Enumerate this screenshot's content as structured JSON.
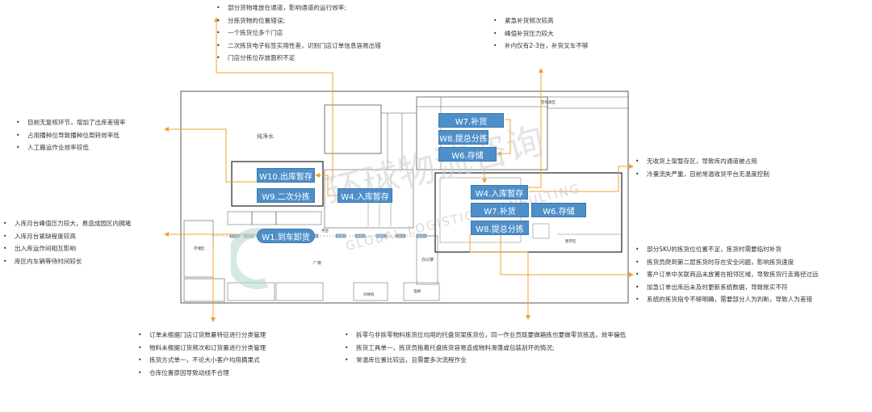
{
  "colors": {
    "step_fill": "#4f8fc9",
    "arrow": "#f0a030",
    "line": "#333333",
    "watermark": "#c8c8c8"
  },
  "watermark": {
    "cn": "环球物流咨询",
    "en": "GLOBAL LOGISTICS CONSULTING"
  },
  "steps": {
    "w7_top": "W7.补货",
    "w8_top": "W8.提总分拣",
    "w6_top": "W6.存储",
    "w10": "W10.出库暂存",
    "w9": "W9.二次分拣",
    "w4_left": "W4.入库暂存",
    "w1": "W1.到车卸货",
    "w4_right": "W4.入库暂存",
    "w7_right": "W7.补货",
    "w6_right": "W6.存储",
    "w8_right": "W8.提总分拣"
  },
  "floor_labels": {
    "pure_water": "纯净水",
    "factory": "厂房",
    "office": "办公楼",
    "elevator": "电梯",
    "empty_pallet_area": "空托盘区",
    "dock": "月台",
    "storage_area": "存储区",
    "lift": "升降机",
    "staging": "暂存区"
  },
  "notes": {
    "top": [
      "部分货物堆放在通道，影响通道的运行效率;",
      "分拣货物的位置错误;",
      "一个拣货位多个门店",
      "二次拣货电子标签实用性差，识别门店订单信息容易出错",
      "门店分拣位存放面积不足"
    ],
    "top_right": [
      "紧急补货频次较高",
      "峰值补货压力较大",
      "补内仅有2-3台，补货叉车不够"
    ],
    "left_upper": [
      "目前无复核环节，增加了出库差错率",
      "占用播种位导致播种位周转效率低",
      "人工搬运作业效率较低"
    ],
    "right_upper": [
      "无收货上架暂存区，导致库内通道被占用",
      "冷量流失严重，目前常温收货平台无温度控制"
    ],
    "left_lower": [
      "入库月台峰值压力较大，易造成园区内拥堵",
      "入库月台紧缺程度较高",
      "出入库运作间相互影响",
      "库区内车辆等待时间较长"
    ],
    "right_lower": [
      "部分SKU的拣货位位置不足，拣货时需要临时补货",
      "拣货员爬到第二层拣货时存在安全问题，影响拣货速度",
      "客户订单中关联商品未放置在相邻区域，导致拣货行走路径过远",
      "加急订单出库后未及时更新系统数据，导致账实不符",
      "系统的拣货指令不够明确，需要部分人为判断，导致人为差错"
    ],
    "bottom_left": [
      "订单未根据门店订货数量特征进行分类管理",
      "物料未根据订货频次和订货量进行分类管理",
      "拣货方式单一，不论大小客户均用摘果式",
      "仓库位置原因导致动线不合理"
    ],
    "bottom_mid": [
      "拆零与非拆零物料拣货位均用的托盘货架拣货位，同一作业员既要做箱拣也要做零货拣选，效率偏低",
      "拣货工具单一，拣货员拖着托盘拣货容易造成物料滑落或包装刮坏的情况;",
      "常温库位置比较远，且需要多次流程作业"
    ]
  }
}
